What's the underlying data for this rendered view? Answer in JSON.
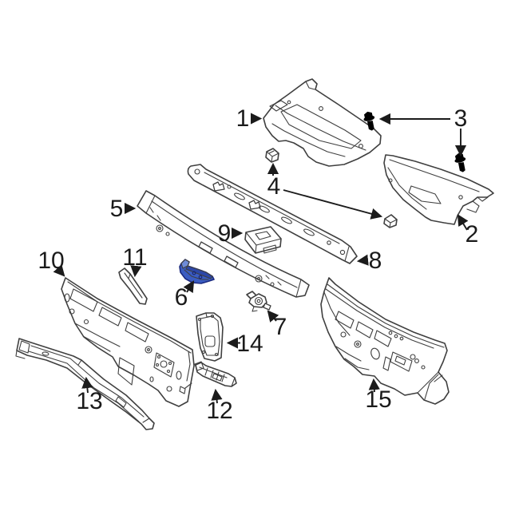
{
  "figure": {
    "type": "exploded-parts-diagram",
    "subject": "Cowl panel and dash panel exploded-view parts diagram",
    "background_color": "#ffffff",
    "highlighted_callout": "6",
    "colors": {
      "line": "#3f3f3f",
      "label": "#1b1b1b",
      "highlight": "#3a5cc2",
      "highlight-dark": "#2c47a8",
      "highlight-light": "#6e8bd8",
      "highlight-stroke": "#1b2a80"
    },
    "callouts": [
      {
        "num": "1"
      },
      {
        "num": "2"
      },
      {
        "num": "3"
      },
      {
        "num": "4"
      },
      {
        "num": "5"
      },
      {
        "num": "6"
      },
      {
        "num": "7"
      },
      {
        "num": "8"
      },
      {
        "num": "9"
      },
      {
        "num": "10"
      },
      {
        "num": "11"
      },
      {
        "num": "12"
      },
      {
        "num": "13"
      },
      {
        "num": "14"
      },
      {
        "num": "15"
      }
    ]
  }
}
